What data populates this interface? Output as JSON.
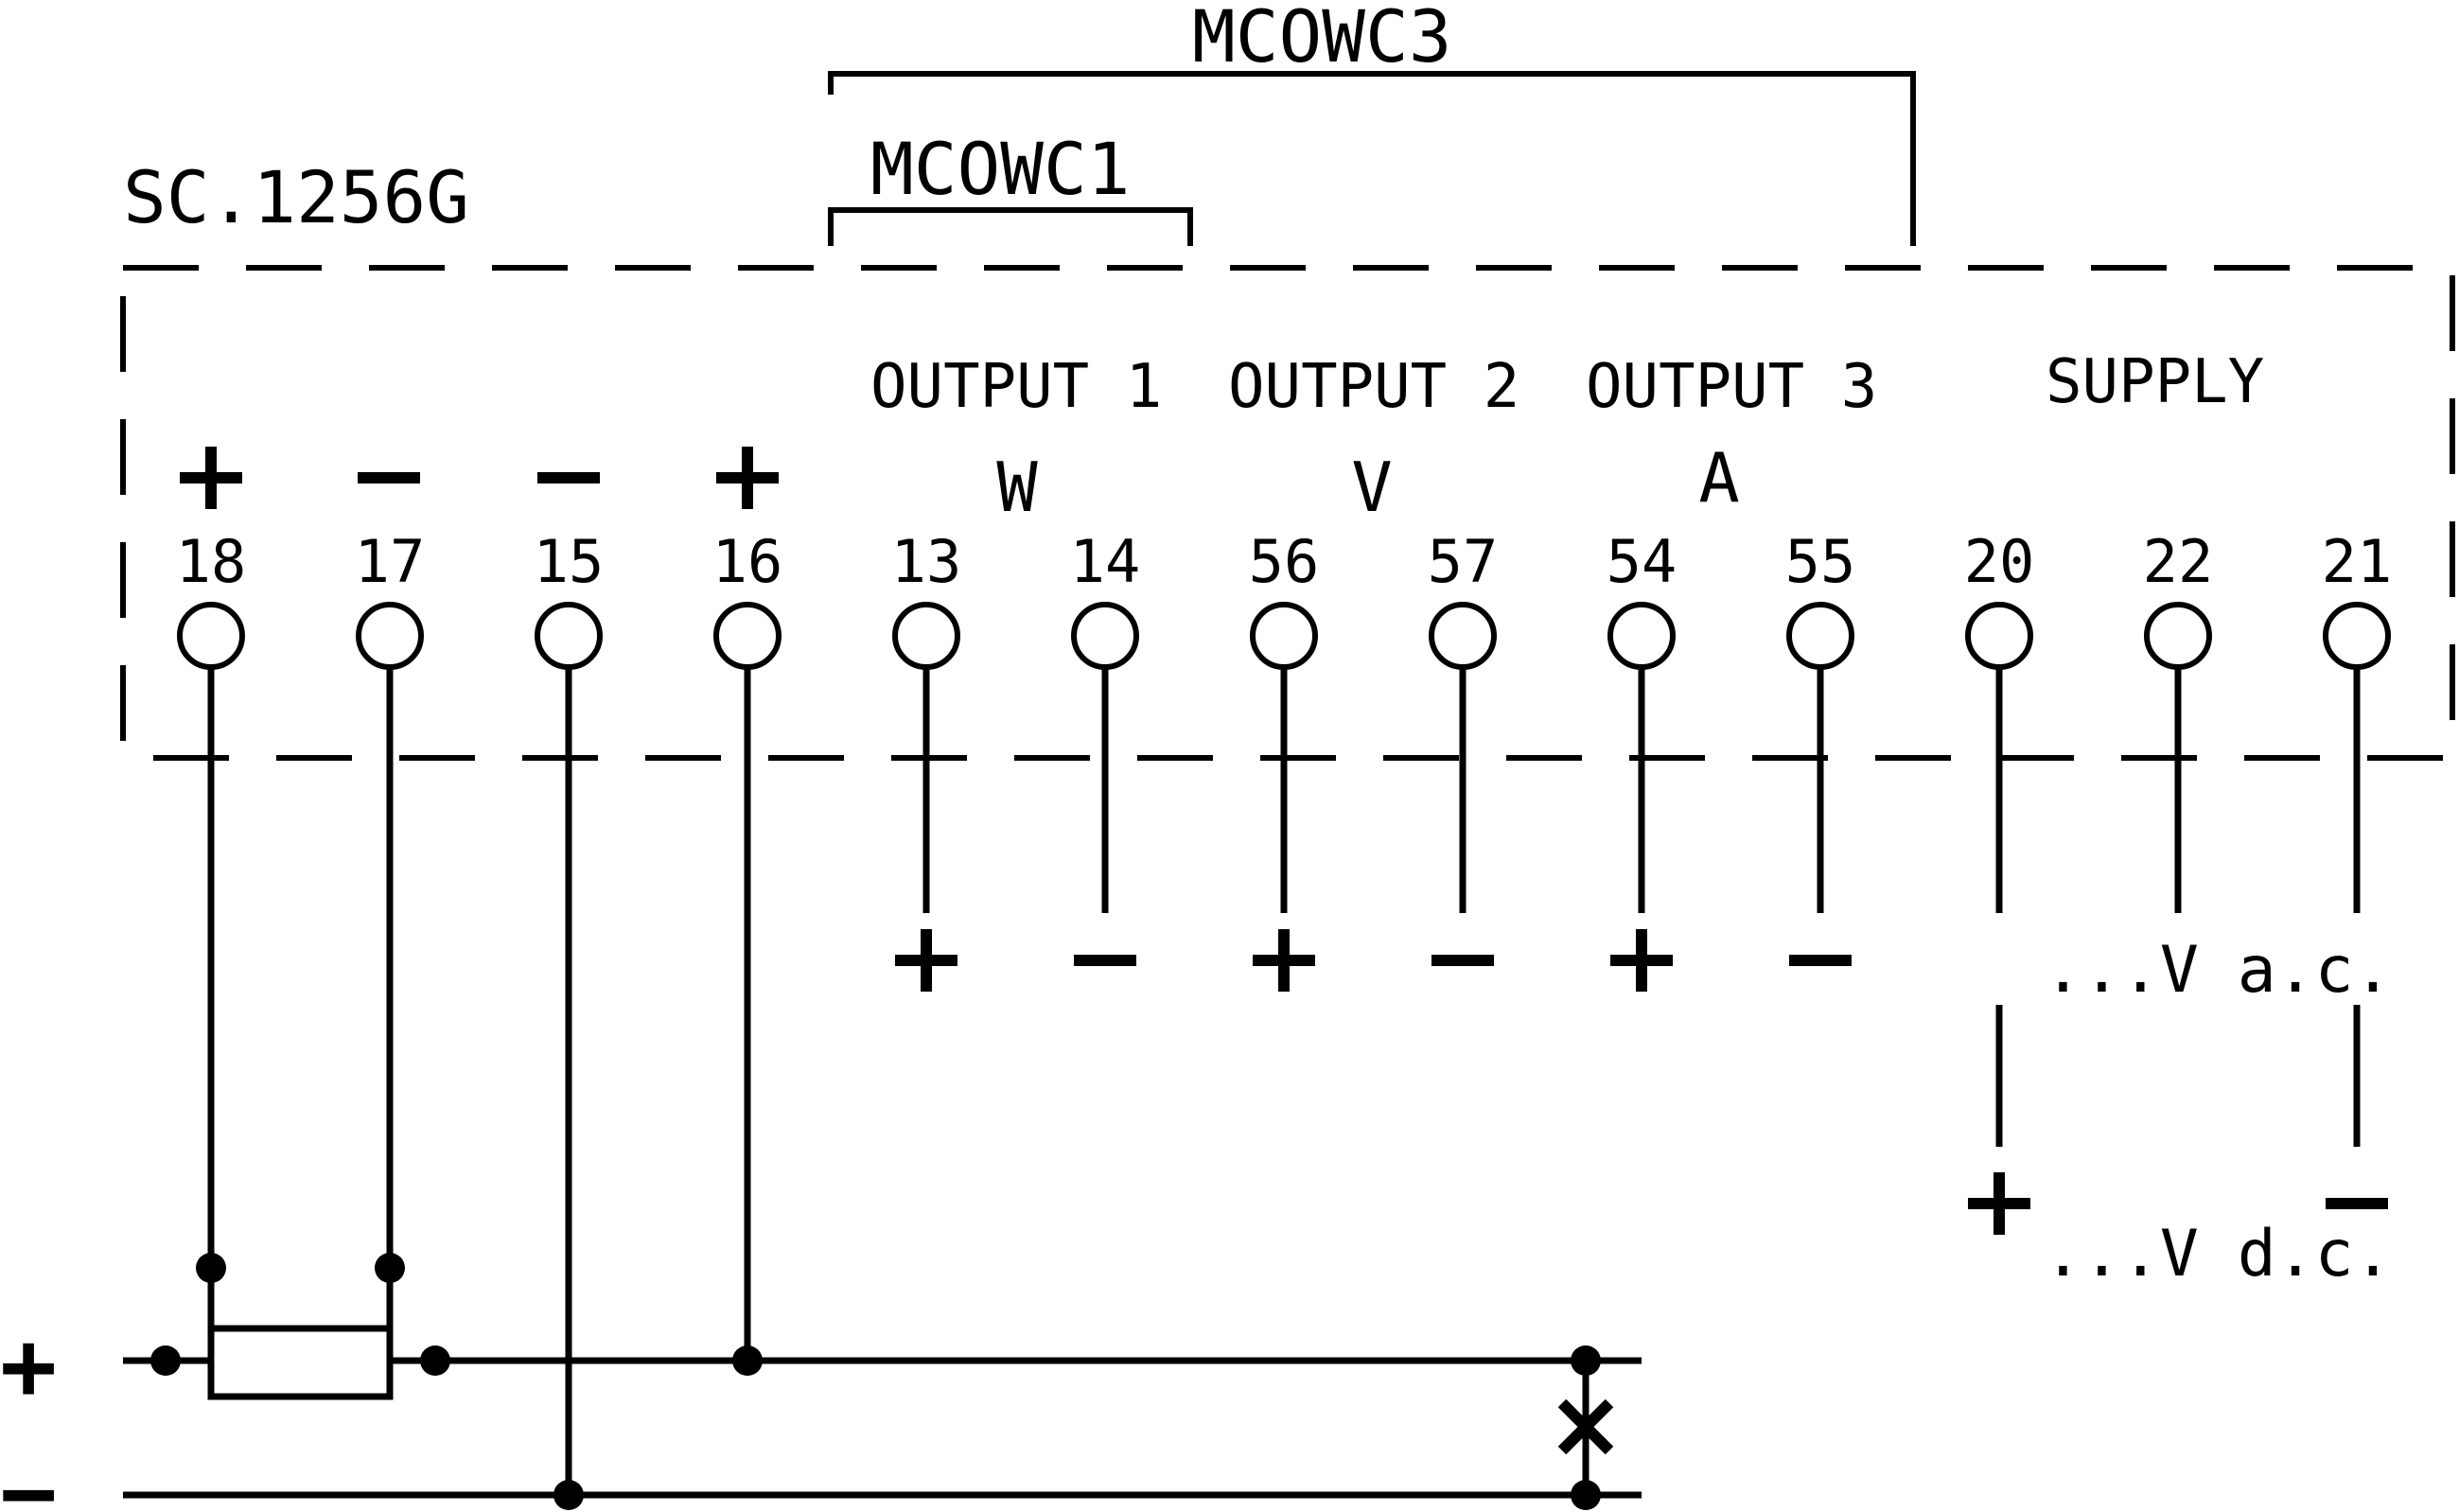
{
  "device": {
    "model": "SC.1256G",
    "bracket_top": "MCOWC3",
    "bracket_inner": "MCOWC1"
  },
  "groups": {
    "output1": "OUTPUT 1",
    "output2": "OUTPUT 2",
    "output3": "OUTPUT 3",
    "supply": "SUPPLY"
  },
  "units": {
    "output1": "W",
    "output2": "V",
    "output3": "A"
  },
  "terminals": [
    {
      "id": "18"
    },
    {
      "id": "17"
    },
    {
      "id": "15"
    },
    {
      "id": "16"
    },
    {
      "id": "13"
    },
    {
      "id": "14"
    },
    {
      "id": "56"
    },
    {
      "id": "57"
    },
    {
      "id": "54"
    },
    {
      "id": "55"
    },
    {
      "id": "20"
    },
    {
      "id": "22"
    },
    {
      "id": "21"
    }
  ],
  "supply_notes": {
    "ac": "...V a.c.",
    "dc": "...V d.c."
  },
  "line_labels": {
    "plus": "+",
    "minus": "−"
  }
}
